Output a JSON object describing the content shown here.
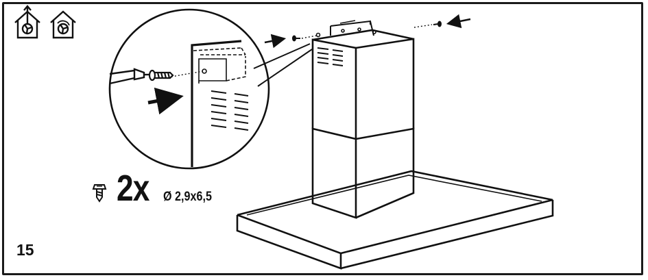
{
  "step_number": "15",
  "screw": {
    "quantity": "2x",
    "size": "Ø 2,9x6,5"
  },
  "icons": {
    "mode_left": "ducted-extraction-icon",
    "mode_right": "recirculation-icon",
    "screw": "screw-icon",
    "screwdriver": "screwdriver-icon"
  },
  "colors": {
    "line": "#111111",
    "background": "#ffffff"
  }
}
